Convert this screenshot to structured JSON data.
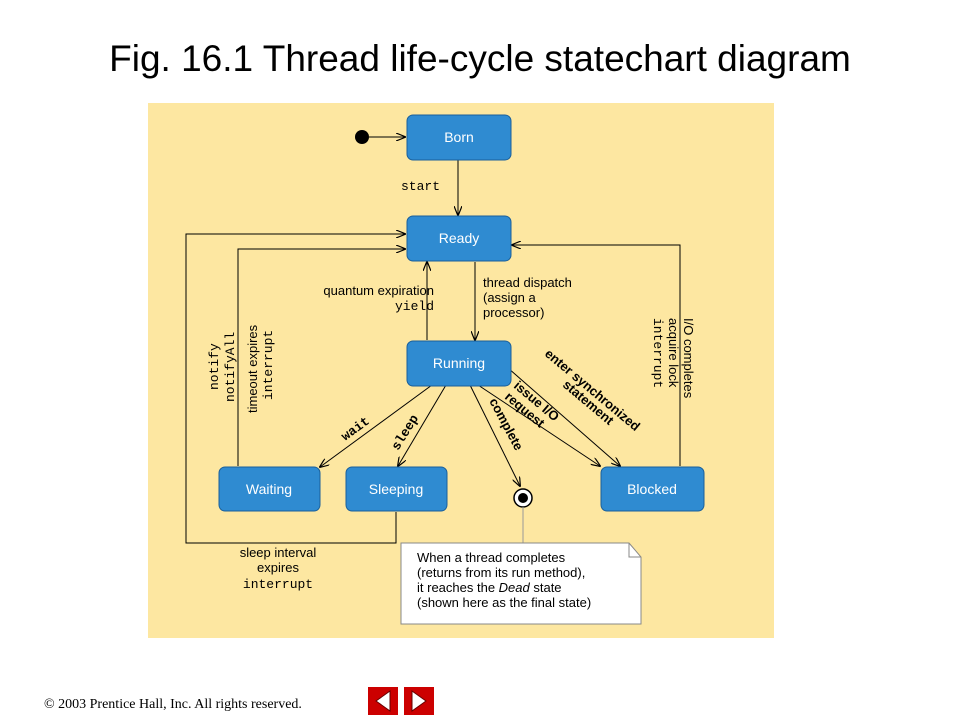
{
  "title": "Fig. 16.1  Thread life-cycle statechart diagram",
  "states": {
    "born": "Born",
    "ready": "Ready",
    "running": "Running",
    "waiting": "Waiting",
    "sleeping": "Sleeping",
    "blocked": "Blocked"
  },
  "labels": {
    "start": "start",
    "quantum_expiration": "quantum expiration",
    "yield": "yield",
    "thread_dispatch": [
      "thread dispatch",
      "(assign a",
      "processor)"
    ],
    "notify": "notify",
    "notifyAll": "notifyAll",
    "timeout_expires": "timeout expires",
    "interrupt": "interrupt",
    "io_completes": "I/O completes",
    "acquire_lock": "acquire lock",
    "wait": "wait",
    "sleep": "sleep",
    "issue_io": [
      "issue I/O",
      "request"
    ],
    "complete": "complete",
    "enter_sync": [
      "enter synchronized",
      "statement"
    ],
    "sleep_interval": [
      "sleep interval",
      "expires"
    ]
  },
  "note": {
    "line1": "When a thread completes",
    "line2": "(returns from its run method),",
    "line3_pre": "it reaches the ",
    "line3_italic": "Dead",
    "line3_post": " state",
    "line4": "(shown here as the final state)"
  },
  "footer": "©  2003 Prentice Hall, Inc.  All rights reserved.",
  "colors": {
    "panel": "#fde7a1",
    "state_fill": "#2f8bd1",
    "nav": "#cc0000"
  },
  "nav": {
    "prev_icon": "left-arrow-icon",
    "next_icon": "right-arrow-icon"
  }
}
